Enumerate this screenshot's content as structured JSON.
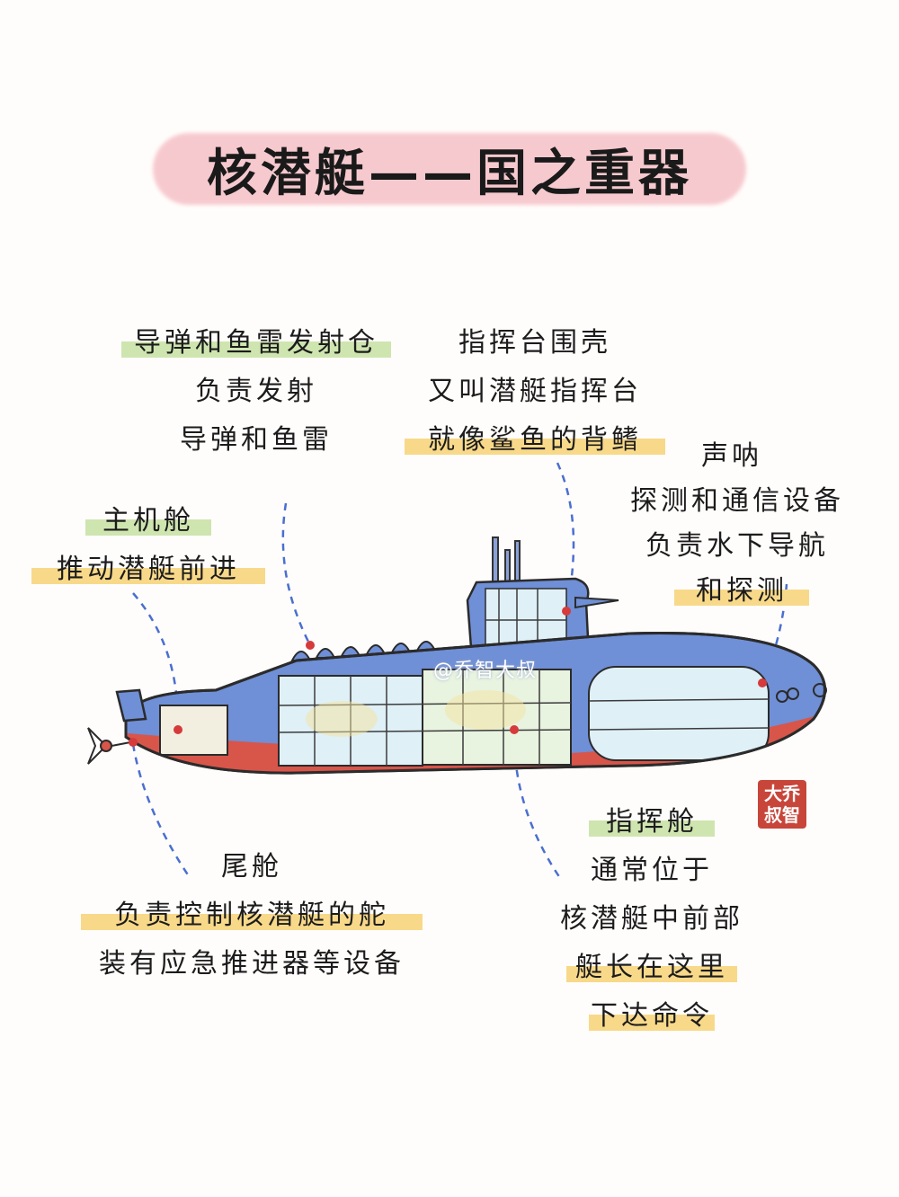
{
  "title": "核潜艇——国之重器",
  "labels": {
    "missile_bay": {
      "title": "导弹和鱼雷发射仓",
      "lines": [
        "负责发射",
        "导弹和鱼雷"
      ]
    },
    "sail": {
      "title": "指挥台围壳",
      "lines": [
        "又叫潜艇指挥台",
        "就像鲨鱼的背鳍"
      ]
    },
    "sonar": {
      "title": "声呐",
      "lines": [
        "探测和通信设备",
        "负责水下导航",
        "和探测"
      ]
    },
    "engine_room": {
      "title": "主机舱",
      "lines": [
        "推动潜艇前进"
      ]
    },
    "stern": {
      "title": "尾舱",
      "lines": [
        "负责控制核潜艇的舵",
        "装有应急推进器等设备"
      ]
    },
    "command_room": {
      "title": "指挥舱",
      "lines": [
        "通常位于",
        "核潜艇中前部",
        "艇长在这里",
        "下达命令"
      ]
    }
  },
  "watermark": "@乔智大叔",
  "seal": "大乔叔智",
  "colors": {
    "hull_blue": "#6f8fd6",
    "hull_red": "#d8554a",
    "window_light": "#dff0f7",
    "callout_line": "#4a6fd0",
    "dot": "#d63a3a"
  }
}
